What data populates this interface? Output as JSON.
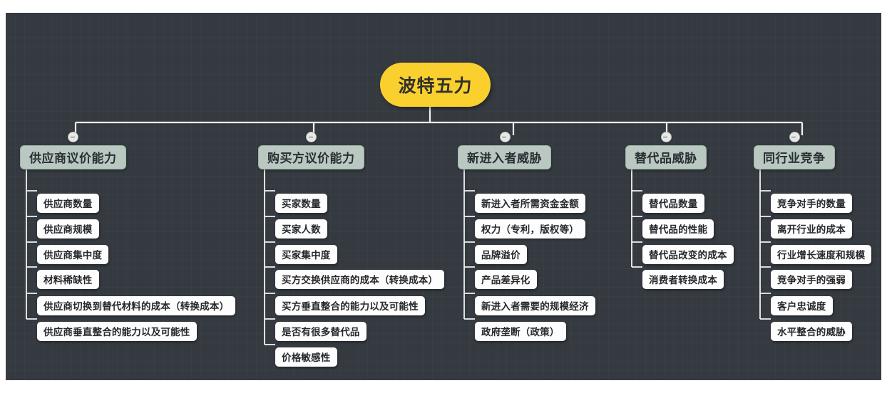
{
  "canvas": {
    "background_color": "#343a40",
    "page_background": "#ffffff"
  },
  "root": {
    "label": "波特五力",
    "color": "#FAD02E",
    "text_color": "#30302c"
  },
  "toggle": {
    "icon": "minus-circle-icon",
    "state": "expanded"
  },
  "branches": [
    {
      "label": "供应商议价能力",
      "color": "#b9c9c2",
      "children": [
        {
          "label": "供应商数量"
        },
        {
          "label": "供应商规模"
        },
        {
          "label": "供应商集中度"
        },
        {
          "label": "材料稀缺性"
        },
        {
          "label": "供应商切换到替代材料的成本（转换成本）"
        },
        {
          "label": "供应商垂直整合的能力以及可能性"
        }
      ]
    },
    {
      "label": "购买方议价能力",
      "color": "#b9c9c2",
      "children": [
        {
          "label": "买家数量"
        },
        {
          "label": "买家人数"
        },
        {
          "label": "买家集中度"
        },
        {
          "label": "买方交换供应商的成本（转换成本）"
        },
        {
          "label": "买方垂直整合的能力以及可能性"
        },
        {
          "label": "是否有很多替代品"
        },
        {
          "label": "价格敏感性"
        }
      ]
    },
    {
      "label": "新进入者威胁",
      "color": "#b9c9c2",
      "children": [
        {
          "label": "新进入者所需资金金额"
        },
        {
          "label": "权力（专利，版权等）"
        },
        {
          "label": "品牌溢价"
        },
        {
          "label": "产品差异化"
        },
        {
          "label": "新进入者需要的规模经济"
        },
        {
          "label": "政府垄断（政策）"
        }
      ]
    },
    {
      "label": "替代品威胁",
      "color": "#b9c9c2",
      "children": [
        {
          "label": "替代品数量"
        },
        {
          "label": "替代品的性能"
        },
        {
          "label": "替代品改变的成本"
        },
        {
          "label": "消费者转换成本"
        }
      ]
    },
    {
      "label": "同行业竞争",
      "color": "#b9c9c2",
      "children": [
        {
          "label": "竞争对手的数量"
        },
        {
          "label": "离开行业的成本"
        },
        {
          "label": "行业增长速度和规模"
        },
        {
          "label": "竞争对手的强弱"
        },
        {
          "label": "客户忠诚度"
        },
        {
          "label": "水平整合的威胁"
        }
      ]
    }
  ]
}
